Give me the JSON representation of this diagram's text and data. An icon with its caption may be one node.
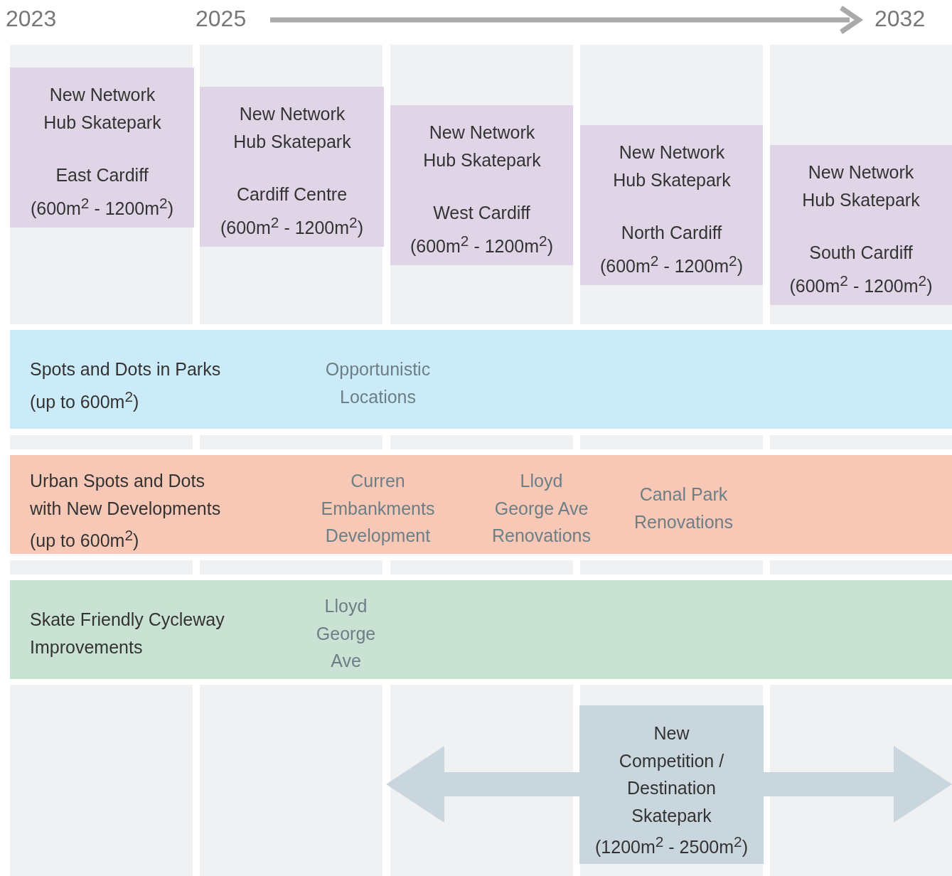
{
  "diagram": {
    "nodes": [
      {
        "text": [
          "New Network Hub Skatepark",
          "East Cardiff",
          "(600m$^{2}$ - 1200m$^{2}$)"
        ]
      },
      {
        "text": [
          "New Network Hub Skatepark",
          "Cardiff Centre",
          "(600m$^{2}$ - 1200m$^{2}$)"
        ]
      },
      {
        "text": [
          "New Network Hub Skatepark",
          "West Cardiff",
          "(600m$^{2}$ - 1200m$^{2}$)"
        ]
      },
      {
        "text": [
          "New Network Hub Skatepark",
          "North Cardiff",
          "(600m$^{2}$ - 1200m$^{2}$)"
        ]
      },
      {
        "text": [
          "New Network Hub Skatepark",
          "South Cardiff",
          "(600m$^{2}$ - 1200m$^{2}$)"
        ]
      },
      {
        "text": [
          "Spots and Dots in Parks (up to 600m$^{2}$)",
          "Opportunistic Locations"
        ]
      },
      {
        "text": [
          "Urban Spots and Dots with New Developments (up to 600m$^{2}$)",
          "Curren Embankments Development",
          "Lloyd George Ave Renovations",
          "Canal Park Renovations"
        ]
      },
      {
        "text": [
          "Skate Friendly Cycleway Improvements",
          "Lloyd George Ave"
        ]
      },
      {
        "text": [
          "New Competition / Destination Skatepark",
          "(1200m$^{2}$ - 2500m$^{2}$)"
        ]
      }
    ],
    "labels": [
      "2023",
      "2025",
      "2032"
    ]
  }
}
